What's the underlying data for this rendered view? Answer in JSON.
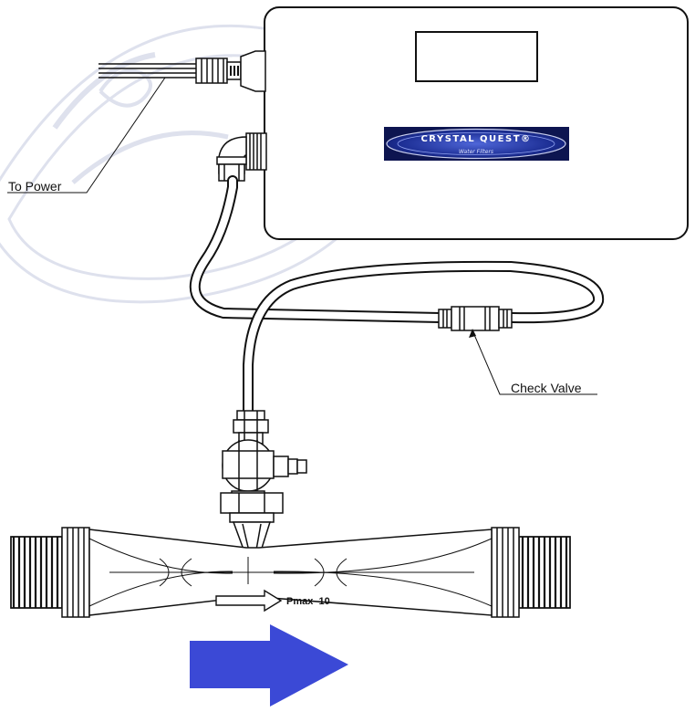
{
  "labels": {
    "to_power": "To Power",
    "check_valve": "Check Valve",
    "pressure": "Pmax  10"
  },
  "brand": {
    "name": "CRYSTAL QUEST®",
    "tagline": "Water Filters",
    "color": "#1c2f8f"
  },
  "colors": {
    "flow_arrow": "#3b49d6",
    "line": "#111111",
    "watermark": "#cfd3e6"
  },
  "icons": [
    "power-plug-icon",
    "flow-direction-arrow-icon",
    "flow-arrow-icon"
  ]
}
